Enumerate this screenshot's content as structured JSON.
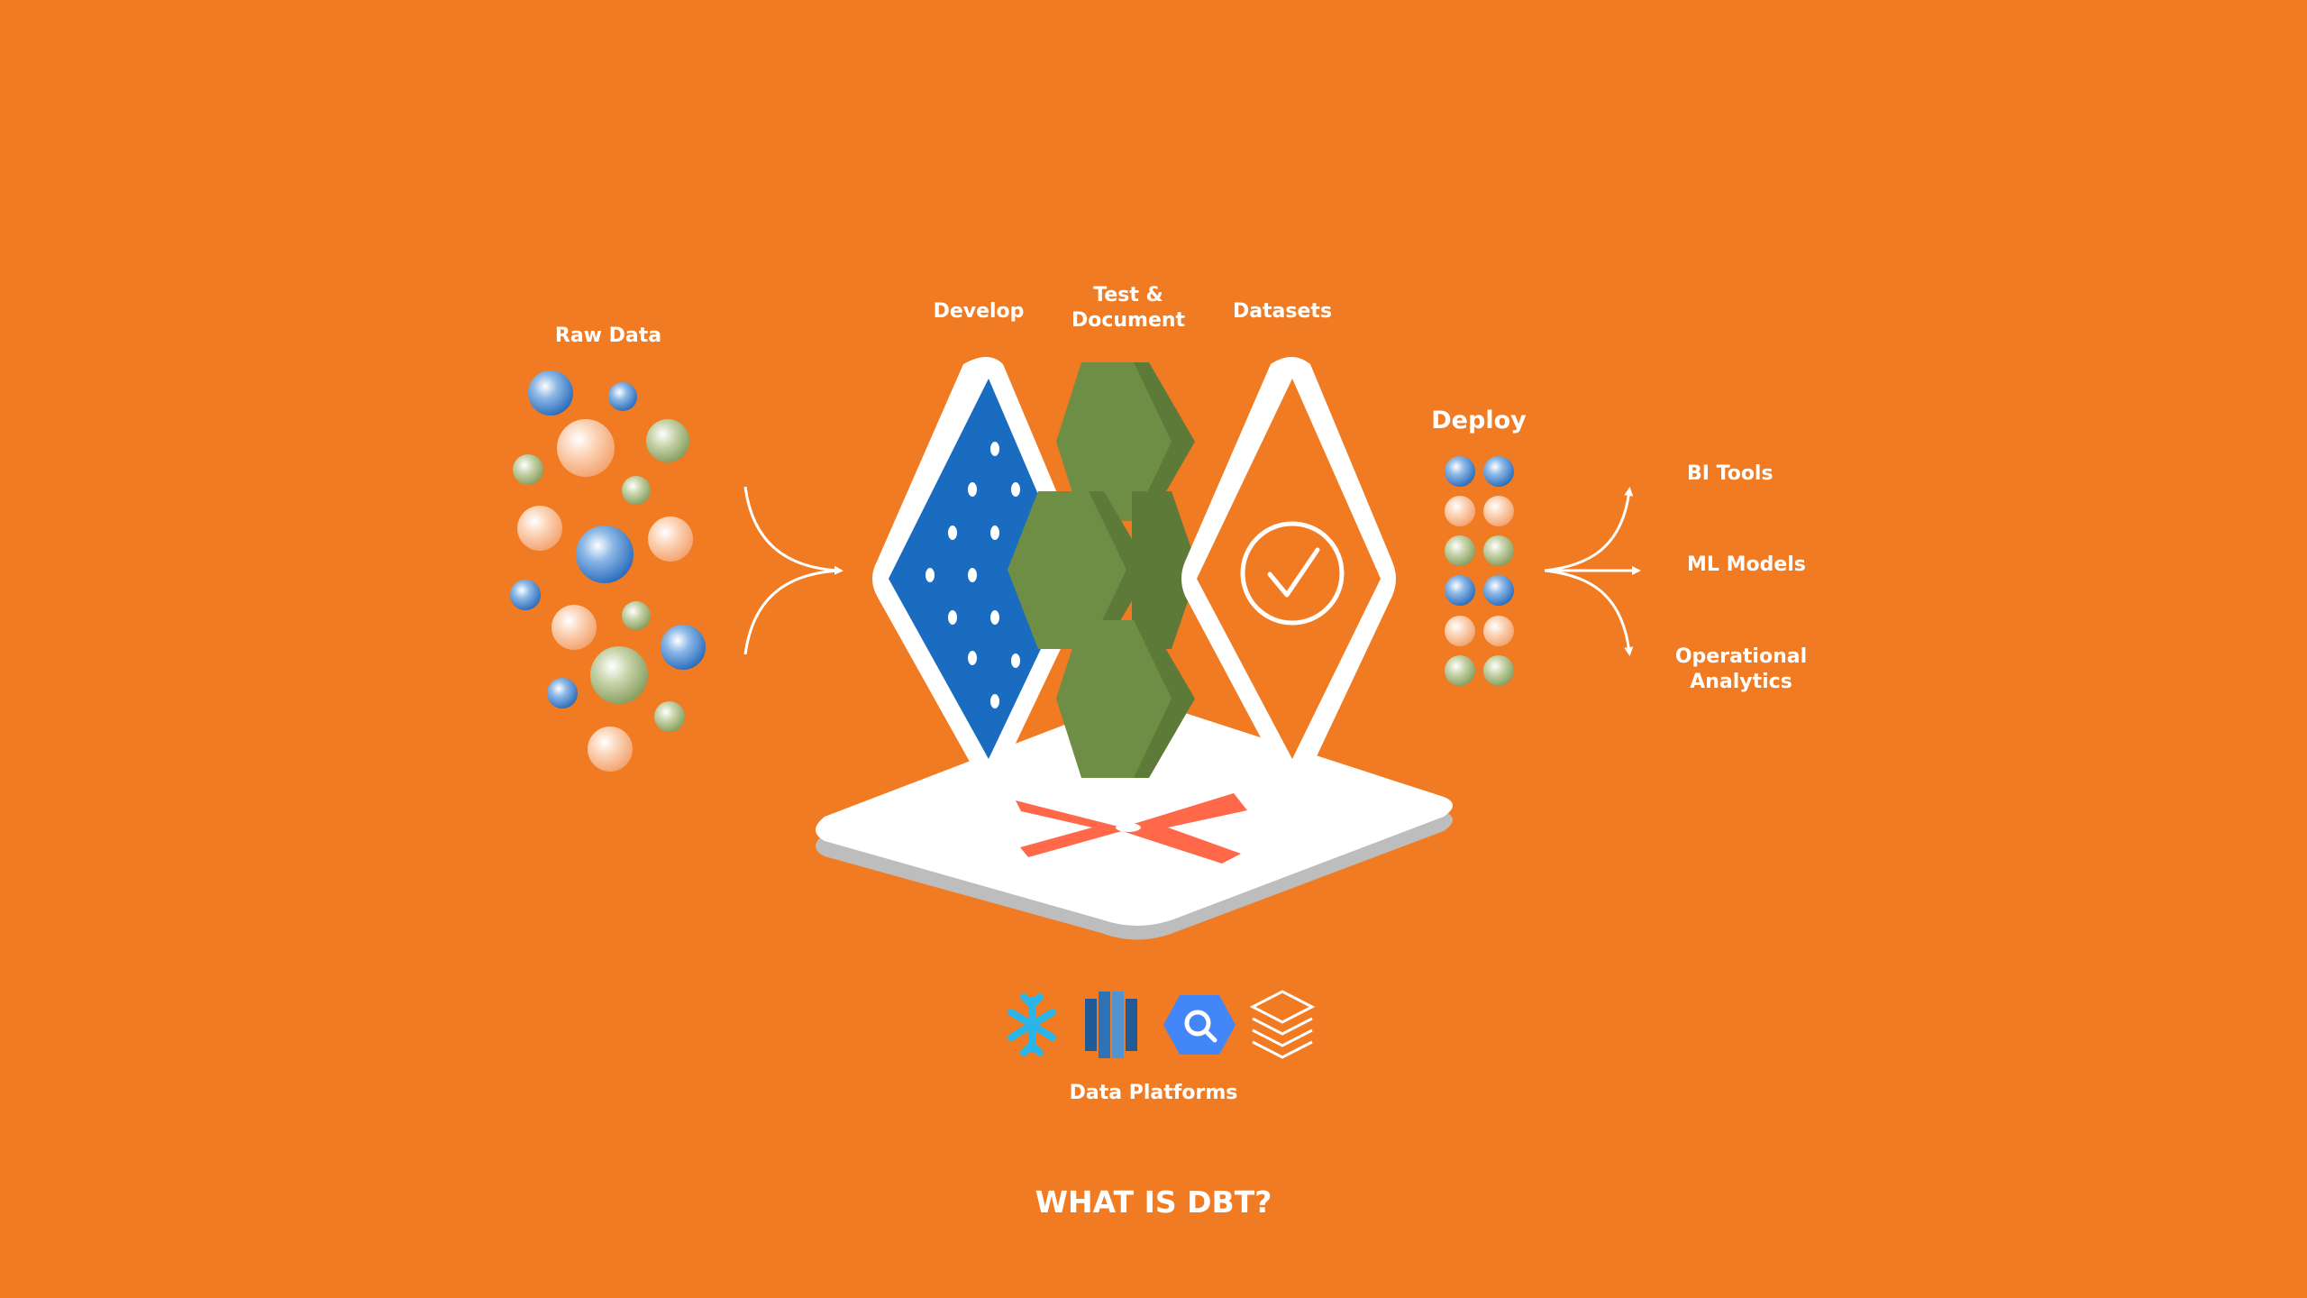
{
  "title": "WHAT IS DBT?",
  "labels": {
    "raw_data": "Raw Data",
    "develop": "Develop",
    "test_line1": "Test &",
    "test_line2": "Document",
    "datasets": "Datasets",
    "deploy": "Deploy",
    "bi_tools": "BI Tools",
    "ml_models": "ML Models",
    "operational_line1": "Operational",
    "operational_line2": "Analytics",
    "data_platforms": "Data Platforms"
  },
  "platforms": [
    "snowflake-icon",
    "redshift-icon",
    "bigquery-icon",
    "databricks-icon"
  ],
  "colors": {
    "background": "#F07B22",
    "blue": "#1A6CC0",
    "green": "#6F8E45",
    "dbt_logo": "#FF694A",
    "white": "#FFFFFF"
  }
}
